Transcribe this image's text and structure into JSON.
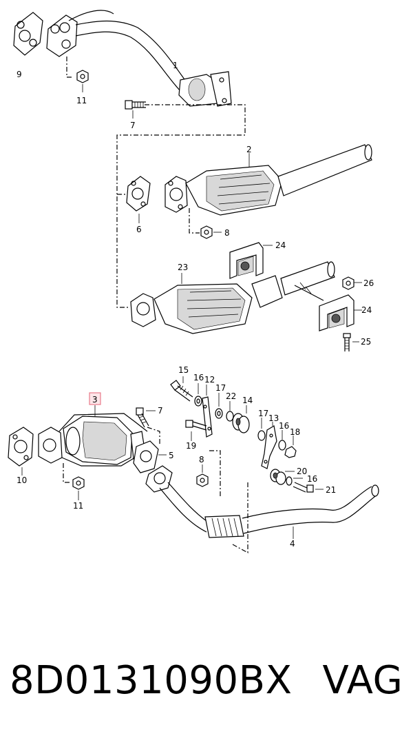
{
  "diagram": {
    "callouts": {
      "p1": "1",
      "p2": "2",
      "p3": "3",
      "p4": "4",
      "p5": "5",
      "p6": "6",
      "p7a": "7",
      "p7b": "7",
      "p8a": "8",
      "p8b": "8",
      "p9": "9",
      "p10": "10",
      "p11a": "11",
      "p11b": "11",
      "p12": "12",
      "p13": "13",
      "p14": "14",
      "p15": "15",
      "p16a": "16",
      "p16b": "16",
      "p16c": "16",
      "p17a": "17",
      "p17b": "17",
      "p18": "18",
      "p19": "19",
      "p20": "20",
      "p21": "21",
      "p22": "22",
      "p23": "23",
      "p24a": "24",
      "p24b": "24",
      "p25": "25",
      "p26": "26"
    },
    "highlight_color": "#e87a8a"
  },
  "caption": {
    "part_number": "8D0131090BX",
    "brand": "VAG"
  }
}
